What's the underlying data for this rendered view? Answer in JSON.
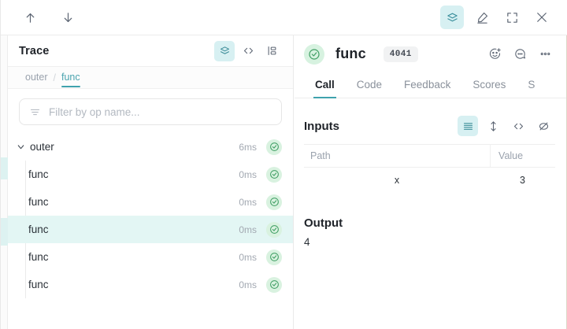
{
  "topbar": {
    "nav_up_icon": "arrow-up-icon",
    "nav_down_icon": "arrow-down-icon",
    "layers_icon": "layers-icon",
    "highlighter_icon": "highlighter-pen-icon",
    "fullscreen_icon": "fullscreen-icon",
    "close_icon": "close-icon"
  },
  "trace_panel": {
    "title": "Trace",
    "header_icons": [
      "layers-icon",
      "code-icon",
      "flowchart-icon"
    ],
    "breadcrumb": {
      "root": "outer",
      "separator": "/",
      "current": "func"
    },
    "filter": {
      "placeholder": "Filter by op name...",
      "value": "",
      "icon": "filter-icon"
    },
    "rows": [
      {
        "label": "outer",
        "duration": "6ms",
        "depth": 0,
        "expanded": true,
        "status": "success",
        "selected": false
      },
      {
        "label": "func",
        "duration": "0ms",
        "depth": 1,
        "expanded": false,
        "status": "success",
        "selected": false
      },
      {
        "label": "func",
        "duration": "0ms",
        "depth": 1,
        "expanded": false,
        "status": "success",
        "selected": false
      },
      {
        "label": "func",
        "duration": "0ms",
        "depth": 1,
        "expanded": false,
        "status": "success",
        "selected": true
      },
      {
        "label": "func",
        "duration": "0ms",
        "depth": 1,
        "expanded": false,
        "status": "success",
        "selected": false
      },
      {
        "label": "func",
        "duration": "0ms",
        "depth": 1,
        "expanded": false,
        "status": "success",
        "selected": false
      }
    ]
  },
  "detail_panel": {
    "status": "success",
    "name": "func",
    "badge": "4041",
    "actions": [
      "add-reaction-icon",
      "comment-icon",
      "more-options-icon"
    ],
    "tabs": [
      {
        "label": "Call",
        "active": true
      },
      {
        "label": "Code",
        "active": false
      },
      {
        "label": "Feedback",
        "active": false
      },
      {
        "label": "Scores",
        "active": false
      },
      {
        "label": "S",
        "active": false
      }
    ],
    "inputs": {
      "title": "Inputs",
      "view_icons": [
        "list-view-icon",
        "expand-rows-icon",
        "code-icon",
        "hide-icon"
      ],
      "columns": [
        "Path",
        "Value"
      ],
      "rows": [
        {
          "path": "x",
          "value": "3"
        }
      ]
    },
    "output": {
      "title": "Output",
      "value": "4"
    }
  },
  "colors": {
    "accent": "#3fa2ad",
    "accent_bg": "#d7f0f2",
    "selected_row": "#e3f6f4",
    "success": "#3f9e63",
    "success_bg": "#d9f2e0"
  }
}
